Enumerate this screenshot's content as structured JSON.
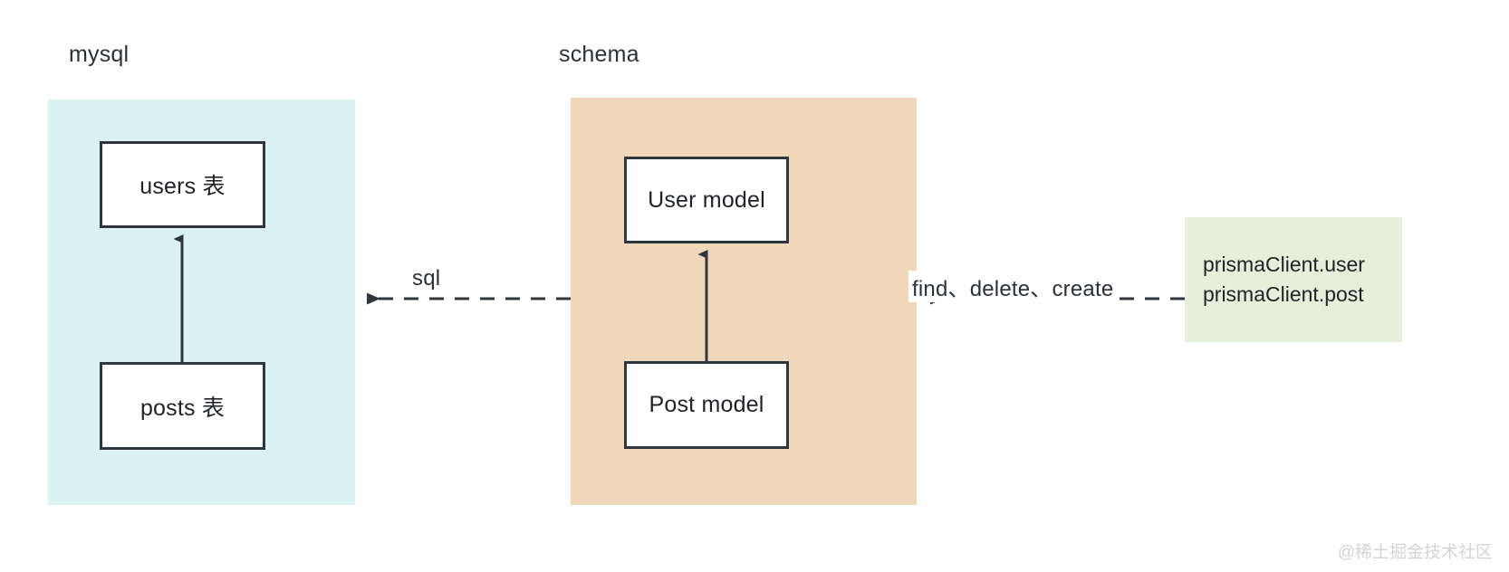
{
  "diagram": {
    "title": "prisma schema / mysql mapping diagram",
    "groups": [
      {
        "id": "mysql",
        "label": "mysql",
        "color": "#dbf2f3"
      },
      {
        "id": "schema",
        "label": "schema",
        "color": "#f0d7b9"
      }
    ],
    "nodes": [
      {
        "id": "users-table",
        "label": "users 表",
        "group": "mysql"
      },
      {
        "id": "posts-table",
        "label": "posts 表",
        "group": "mysql"
      },
      {
        "id": "user-model",
        "label": "User model",
        "group": "schema"
      },
      {
        "id": "post-model",
        "label": "Post model",
        "group": "schema"
      }
    ],
    "api_box": {
      "color": "#e4f0d9",
      "lines": [
        "prismaClient.user",
        "prismaClient.post"
      ]
    },
    "edges": [
      {
        "id": "posts-to-users",
        "from": "posts-table",
        "to": "users-table",
        "style": "solid",
        "label": ""
      },
      {
        "id": "post-to-user",
        "from": "post-model",
        "to": "user-model",
        "style": "solid",
        "label": ""
      },
      {
        "id": "schema-to-mysql",
        "from": "schema",
        "to": "mysql",
        "style": "dashed",
        "label": "sql"
      },
      {
        "id": "client-to-schema",
        "from": "api_box",
        "to": "schema",
        "style": "dashed",
        "label": "find、delete、create"
      }
    ],
    "stroke_color": "#2f3640",
    "text_color": "#1f2327"
  },
  "watermark": "@稀土掘金技术社区"
}
